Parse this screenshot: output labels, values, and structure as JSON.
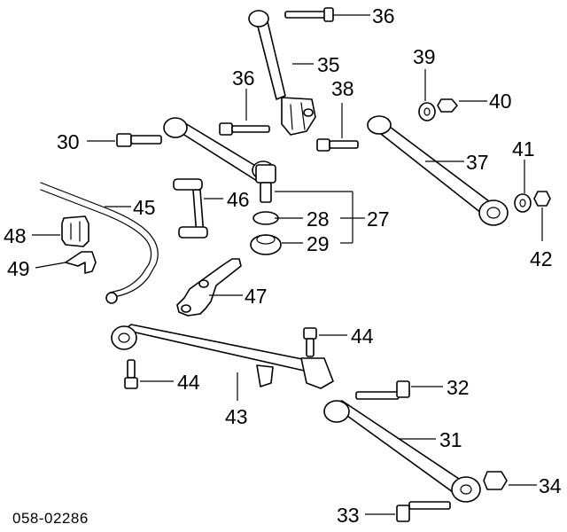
{
  "diagram_code": "058-02286",
  "callouts": {
    "c27": "27",
    "c28": "28",
    "c29": "29",
    "c30": "30",
    "c31": "31",
    "c32": "32",
    "c33": "33",
    "c34": "34",
    "c35": "35",
    "c36a": "36",
    "c36b": "36",
    "c37": "37",
    "c38": "38",
    "c39": "39",
    "c40": "40",
    "c41": "41",
    "c42": "42",
    "c43": "43",
    "c44a": "44",
    "c44b": "44",
    "c45": "45",
    "c46": "46",
    "c47": "47",
    "c48": "48",
    "c49": "49"
  }
}
